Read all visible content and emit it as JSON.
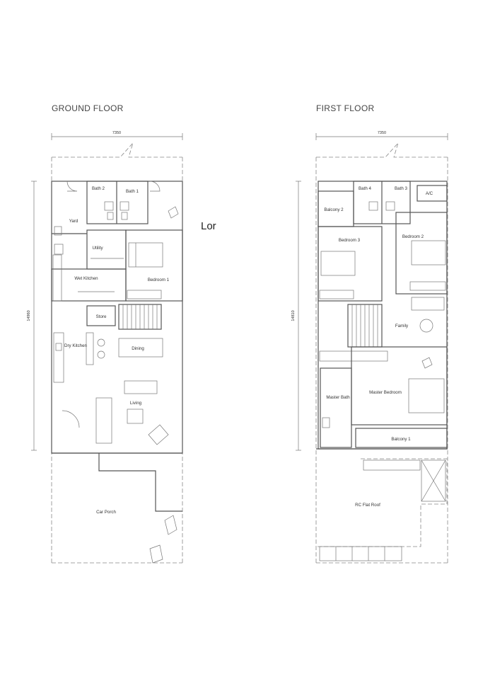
{
  "ground_floor": {
    "title": "GROUND FLOOR",
    "width_dim": "7350",
    "depth_dim": "14960",
    "rooms": {
      "bath2": "Bath 2",
      "bath1": "Bath 1",
      "yard": "Yard",
      "utility": "Utility",
      "wet_kitchen": "Wet Kitchen",
      "bedroom1": "Bedroom 1",
      "store": "Store",
      "dining": "Dining",
      "dry_kitchen": "Dry Kitchen",
      "living": "Living",
      "car_porch": "Car Porch"
    }
  },
  "first_floor": {
    "title": "FIRST FLOOR",
    "width_dim": "7350",
    "depth_dim": "14810",
    "rooms": {
      "bath4": "Bath 4",
      "bath3": "Bath 3",
      "ac": "A/C",
      "balcony2": "Balcony 2",
      "bedroom3": "Bedroom 3",
      "bedroom2": "Bedroom 2",
      "family": "Family",
      "master_bath": "Master Bath",
      "master_bedroom": "Master Bedroom",
      "balcony1": "Balcony 1",
      "rc_flat_roof": "RC Flat Roof"
    }
  },
  "site_label": "Lor"
}
